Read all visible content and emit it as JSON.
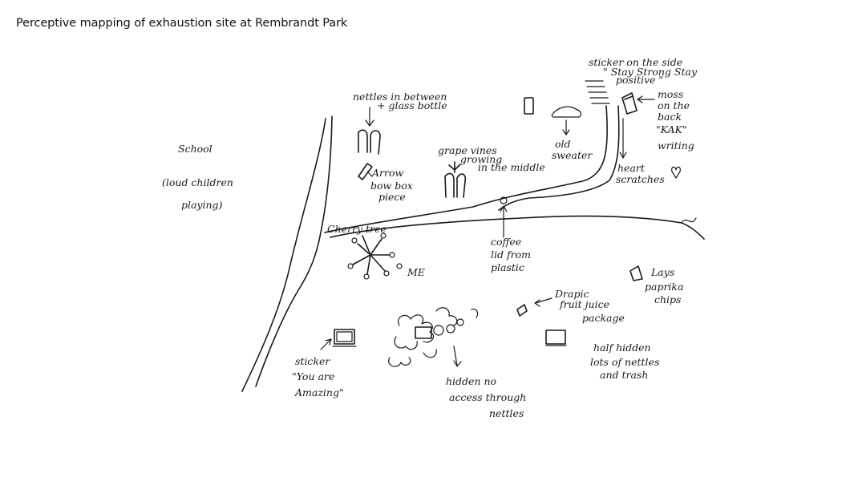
{
  "title": "Perceptive mapping of exhaustion site at Rembrandt Park",
  "labels": {
    "school": [
      "School",
      "(loud children",
      "playing)"
    ],
    "nettles_bottle": [
      "nettles in between",
      "+ glass bottle"
    ],
    "arrow_box": [
      "Arrow",
      "bow box",
      "piece"
    ],
    "grape_vines": [
      "grape vines",
      "growing",
      "in the middle"
    ],
    "old_sweater": [
      "old",
      "sweater"
    ],
    "sticker_top": [
      "sticker on the side",
      "\" Stay Strong Stay",
      "positive \""
    ],
    "moss": [
      "moss",
      "on the",
      "back"
    ],
    "kak": [
      "\"KAK\"",
      "writing"
    ],
    "heart": [
      "heart",
      "scratches"
    ],
    "cherry_tree": [
      "Cherry tree"
    ],
    "me": [
      "ME"
    ],
    "coffee_lid": [
      "coffee",
      "lid from",
      "plastic"
    ],
    "lays": [
      "Lays",
      "paprika",
      "chips"
    ],
    "juice": [
      "Drapic",
      "fruit juice",
      "package"
    ],
    "half_hidden": [
      "half hidden",
      "lots of nettles",
      "and trash"
    ],
    "hidden": [
      "hidden no",
      "access through",
      "nettles"
    ],
    "sticker_bottom": [
      "sticker",
      "\"You are",
      "Amazing\""
    ]
  }
}
